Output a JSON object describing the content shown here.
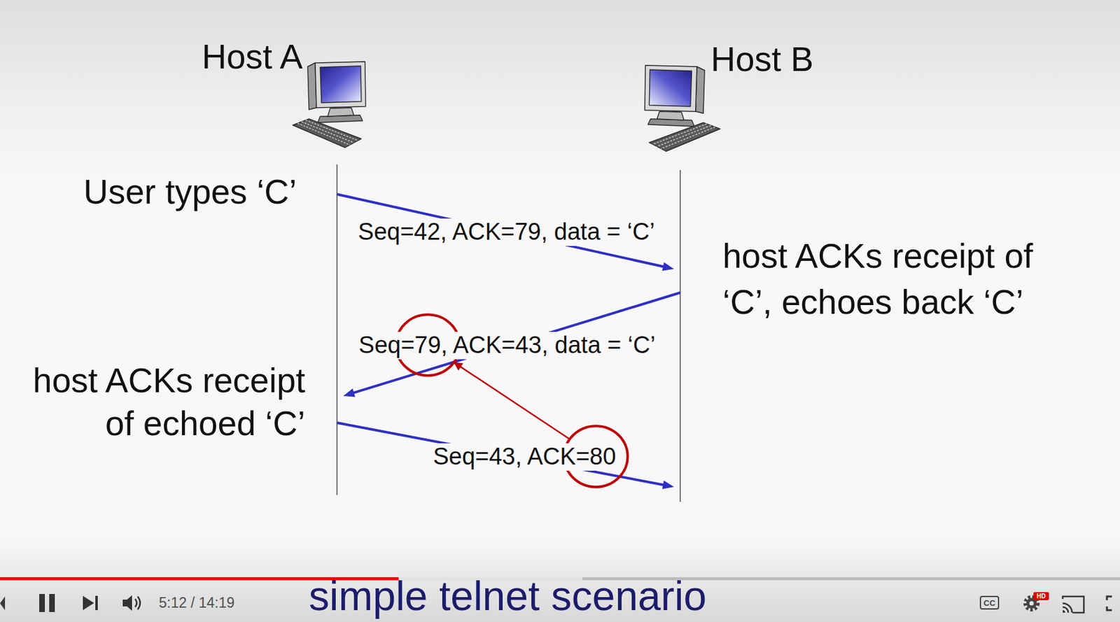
{
  "diagram": {
    "title": "simple telnet scenario",
    "nodes": [
      {
        "text": [
          "Host A"
        ]
      },
      {
        "text": [
          "Host B"
        ]
      }
    ],
    "edges": [
      {
        "from": 0,
        "to": 1,
        "arrow": "to",
        "label": "Seq=42, ACK=79, data = ‘C’"
      },
      {
        "from": 1,
        "to": 0,
        "arrow": "to",
        "label": "Seq=79, ACK=43, data = ‘C’"
      },
      {
        "from": 0,
        "to": 1,
        "arrow": "to",
        "label": "Seq=43, ACK=80"
      }
    ],
    "labels": [
      "User types ‘C’",
      "host ACKs receipt of ‘C’, echoes back ‘C’",
      "host ACKs receipt of echoed ‘C’",
      "5:12 / 14:19",
      "CC",
      "HD"
    ]
  }
}
